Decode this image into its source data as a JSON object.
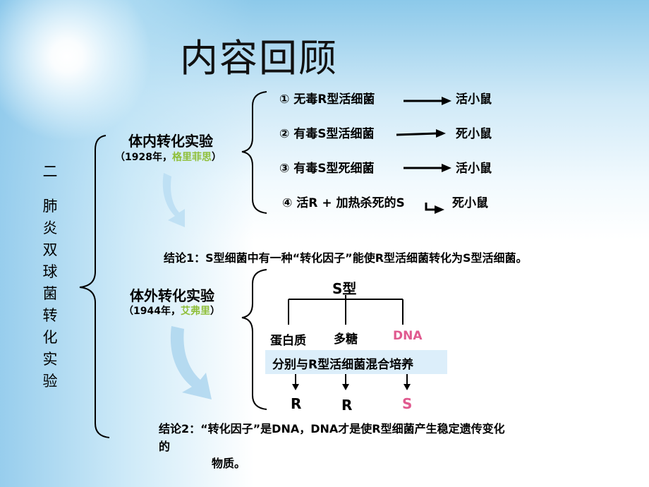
{
  "title": "内容回顾",
  "section": {
    "number": "二",
    "heading": "肺炎双球菌转化实验"
  },
  "in_vivo": {
    "title": "体内转化实验",
    "sub_open": "（1928年，",
    "scientist": "格里菲思",
    "sub_close": "）",
    "steps": [
      {
        "label": "① 无毒R型活细菌",
        "result": "活小鼠"
      },
      {
        "label": "② 有毒S型活细菌",
        "result": "死小鼠"
      },
      {
        "label": "③ 有毒S型死细菌",
        "result": "活小鼠"
      },
      {
        "label": "④ 活R + 加热杀死的S",
        "result": "死小鼠"
      }
    ],
    "conclusion": "结论1：S型细菌中有一种“转化因子”能使R型活细菌转化为S型活细菌。"
  },
  "in_vitro": {
    "title": "体外转化实验",
    "sub_open": "（1944年，",
    "scientist": "艾弗里",
    "sub_close": "）",
    "source": "S型",
    "components": [
      "蛋白质",
      "多糖",
      "DNA"
    ],
    "mix_label": "分别与R型活细菌混合培养",
    "outcomes": [
      "R",
      "R",
      "S"
    ],
    "conclusion_line1": "结论2：“转化因子”是DNA，DNA才是使R型细菌产生稳定遗传变化",
    "conclusion_line2": "的",
    "conclusion_line3": "物质。"
  },
  "colors": {
    "scientist": "#8fbf3a",
    "highlight": "#e05a8f",
    "band": "#dceefa",
    "arrow_deco": "#a9d3ee"
  }
}
